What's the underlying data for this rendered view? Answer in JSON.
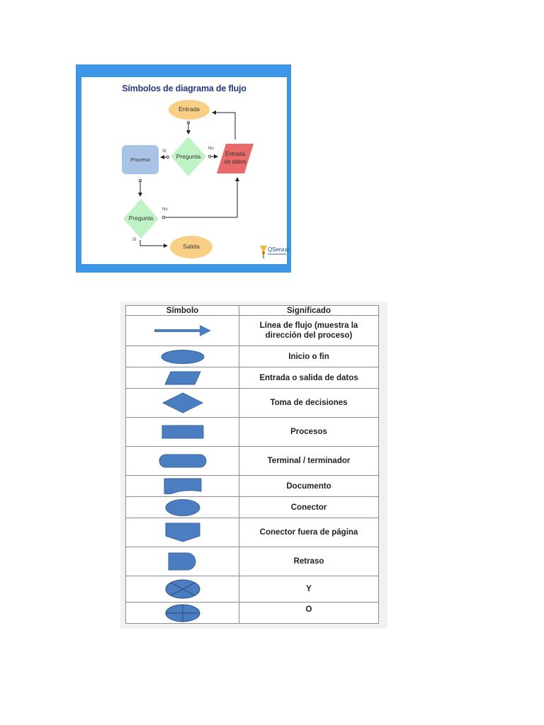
{
  "flowchart": {
    "title": "Símbolos de diagrama de flujo",
    "nodes": {
      "entrada": "Entrada",
      "pregunta_1": "Pregunta",
      "proceso": "Proceso",
      "entrada_datos_line1": "Entrada",
      "entrada_datos_line2": "de datos",
      "pregunta_2": "Pregunta",
      "salida": "Salida"
    },
    "edge_labels": {
      "si_1": "Si",
      "no_1": "No",
      "no_2": "No",
      "si_2": "Si"
    },
    "logo_text": "QServus",
    "colors": {
      "frame": "#3d97e8",
      "terminal": "#f9cf86",
      "decision": "#bff2c4",
      "process": "#a9c3e6",
      "data": "#e86a6a",
      "title": "#253a7c"
    }
  },
  "table": {
    "headers": {
      "symbol": "Símbolo",
      "meaning": "Significado"
    },
    "rows": [
      {
        "symbol": "arrow-icon",
        "meaning": "Línea de flujo (muestra la dirección del proceso)"
      },
      {
        "symbol": "ellipse-icon",
        "meaning": "Inicio o fin"
      },
      {
        "symbol": "parallelogram-icon",
        "meaning": "Entrada o salida de datos"
      },
      {
        "symbol": "diamond-icon",
        "meaning": "Toma de decisiones"
      },
      {
        "symbol": "rectangle-icon",
        "meaning": "Procesos"
      },
      {
        "symbol": "rounded-terminal-icon",
        "meaning": "Terminal / terminador"
      },
      {
        "symbol": "document-icon",
        "meaning": "Documento"
      },
      {
        "symbol": "circle-icon",
        "meaning": "Conector"
      },
      {
        "symbol": "offpage-connector-icon",
        "meaning": "Conector fuera de página"
      },
      {
        "symbol": "delay-icon",
        "meaning": "Retraso"
      },
      {
        "symbol": "and-circle-icon",
        "meaning": "Y"
      },
      {
        "symbol": "or-circle-icon",
        "meaning": "O"
      }
    ],
    "symbol_color": "#4a7ec0"
  }
}
